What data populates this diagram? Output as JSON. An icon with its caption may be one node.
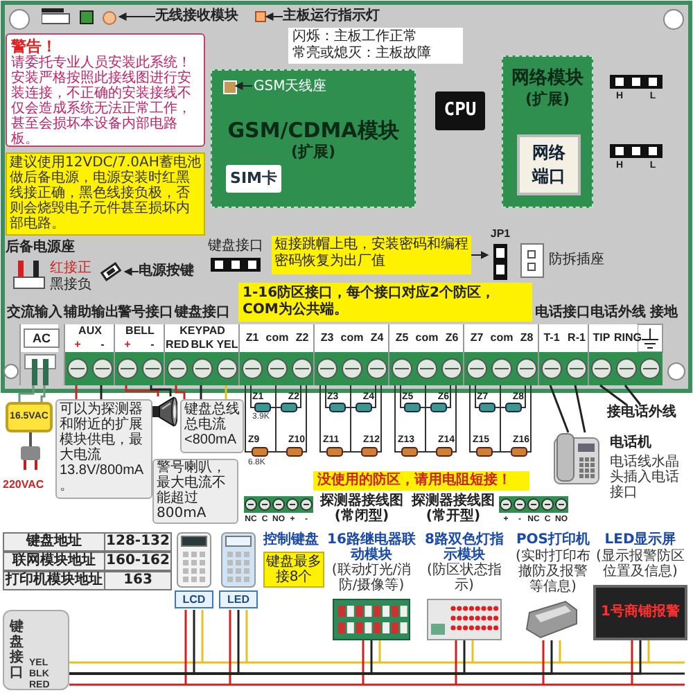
{
  "diagram": {
    "nodes": [
      {
        "text": [
          "无线接收模块"
        ]
      },
      {
        "text": [],
        "shape": "picture"
      },
      {
        "text": [
          "主板运行指示灯"
        ]
      },
      {
        "text": [],
        "shape": "box"
      },
      {
        "text": [
          "闪烁：主板工作正常",
          "常亮或熄灭：主板故障"
        ]
      },
      {
        "text": [
          "警告！",
          "请委托专业人员安装此系统！安装严格按照此接线图进行安装连接，不正确的安装接线不仅会造成系统无法正常工作，甚至会损坏本设备内部电路板。"
        ]
      },
      {
        "text": [
          "建议使用12VDC/7.0AH蓄电池做后备电源，电源安装时红黑线接正确，黑色线接负极，否则会烧毁电子元件甚至损坏内部电路。"
        ]
      },
      {
        "text": [
          "GSM/CDMA模块",
          "(扩展)"
        ]
      },
      {
        "text": [
          "GSM天线座"
        ],
        "in": 7
      },
      {
        "text": [],
        "shape": "box",
        "in": 7
      },
      {
        "text": [
          "SIM卡"
        ],
        "in": 7
      },
      {
        "text": [
          "CPU"
        ]
      },
      {
        "text": [
          "网络模块",
          "(扩展)"
        ]
      },
      {
        "text": [
          "网络端口"
        ],
        "in": 12
      },
      {
        "text": [
          "电源按键"
        ]
      },
      {
        "text": [],
        "shape": "picture"
      },
      {
        "text": [
          "短接跳帽上电，安装密码和编程密码恢复为出厂值"
        ]
      },
      {
        "text": [
          "JP1"
        ]
      },
      {
        "text": [
          "AC"
        ]
      },
      {
        "text": [
          "AUX",
          "+",
          "-"
        ]
      },
      {
        "text": [
          "BELL",
          "+",
          "-"
        ]
      },
      {
        "text": [
          "KEYPAD",
          "RED",
          "BLK",
          "YEL"
        ]
      },
      {
        "text": [
          "Z1",
          "com",
          "Z2"
        ]
      },
      {
        "text": [
          "Z3",
          "com",
          "Z4"
        ]
      },
      {
        "text": [
          "Z5",
          "com",
          "Z6"
        ]
      },
      {
        "text": [
          "Z7",
          "com",
          "Z8"
        ]
      },
      {
        "text": [
          "T-1",
          "R-1"
        ]
      },
      {
        "text": [
          "TIP",
          "RING"
        ]
      },
      {
        "text": [
          "16.5VAC"
        ]
      },
      {
        "text": [
          "可以为探测器和附近的扩展模块供电，最大电流13.8V/800mA。"
        ]
      },
      {
        "text": [],
        "shape": "picture"
      },
      {
        "text": [
          "键盘总线",
          "总电流<800mA"
        ]
      },
      {
        "text": [],
        "shape": "picture",
        "beside": [
          "电话机",
          "电话线水晶头插入电话接口"
        ]
      },
      {
        "text": [
          "接电话外线"
        ]
      },
      {
        "text": [
          "键盘接口",
          "YEL",
          "BLK",
          "RED"
        ]
      },
      {
        "text": [
          "LCD"
        ]
      },
      {
        "text": [
          "LED"
        ]
      },
      {
        "text": [],
        "shape": "picture",
        "beside": [
          "16路继电器联动模块",
          "(联动灯光/消防/摄像等)"
        ]
      },
      {
        "text": [],
        "shape": "picture",
        "beside": [
          "8路双色灯指示模块",
          "(防区状态指示)"
        ]
      },
      {
        "text": [],
        "shape": "picture",
        "beside": [
          "POS打印机",
          "(实时打印布撤防及报警等信息)"
        ]
      },
      {
        "text": [
          "1号商铺报警"
        ],
        "beside": [
          "LED显示屏",
          "(显示报警防区位置及信息)"
        ]
      }
    ],
    "edges": [
      {
        "from": 0,
        "to": 1,
        "arrow": "to"
      },
      {
        "from": 2,
        "to": 3,
        "arrow": "to"
      },
      {
        "from": 8,
        "to": 9,
        "arrow": "to"
      },
      {
        "from": 14,
        "to": 15,
        "arrow": "to"
      },
      {
        "from": 16,
        "to": 17,
        "arrow": "to"
      },
      {
        "from": 28,
        "to": 18,
        "arrow": "none",
        "color": "#6a9a7a"
      },
      {
        "from": 28,
        "to": 18,
        "arrow": "none",
        "color": "#6a9a7a"
      },
      {
        "from": 19,
        "to": 29,
        "arrow": "none",
        "color": "#cc2222"
      },
      {
        "from": 19,
        "to": 29,
        "arrow": "none"
      },
      {
        "from": 20,
        "to": 30,
        "arrow": "none",
        "color": "#cc2222"
      },
      {
        "from": 20,
        "to": 30,
        "arrow": "none"
      },
      {
        "from": 21,
        "to": 31,
        "arrow": "none",
        "color": "#cc2222"
      },
      {
        "from": 21,
        "to": 31,
        "arrow": "none"
      },
      {
        "from": 21,
        "to": 31,
        "arrow": "none",
        "color": "#e0c020"
      },
      {
        "from": 26,
        "to": 32,
        "arrow": "none"
      },
      {
        "from": 26,
        "to": 32,
        "arrow": "none"
      },
      {
        "from": 27,
        "to": 33,
        "arrow": "none"
      },
      {
        "from": 27,
        "to": 33,
        "arrow": "none"
      },
      {
        "from": 34,
        "to": 35,
        "arrow": "none"
      },
      {
        "from": 34,
        "to": 36,
        "arrow": "none"
      },
      {
        "from": 34,
        "to": 37,
        "arrow": "none"
      },
      {
        "from": 34,
        "to": 38,
        "arrow": "none"
      },
      {
        "from": 34,
        "to": 39,
        "arrow": "none"
      },
      {
        "from": 34,
        "to": 40,
        "arrow": "none"
      }
    ],
    "labels": [
      "H",
      "L",
      "H",
      "L",
      "后备电源座",
      "红接正",
      "黑接负",
      "键盘接口",
      "防拆插座",
      "交流输入",
      "辅助输出",
      "警号接口",
      "键盘接口",
      "1-16防区接口，每个接口对应2个防区，COM为公共端。",
      "电话接口",
      "电话外线",
      "接地",
      "220VAC",
      "警号喇叭，最大电流不能超过800mA",
      "Z1",
      "3.9K",
      "Z2",
      "Z3",
      "Z4",
      "Z5",
      "Z6",
      "Z7",
      "Z8",
      "Z9",
      "6.8K",
      "Z10",
      "Z11",
      "Z12",
      "Z13",
      "Z14",
      "Z15",
      "Z16",
      "没使用的防区，请用电阻短接！",
      "NC",
      "C",
      "NO",
      "+",
      "-",
      "探测器接线图(常闭型)",
      "探测器接线图(常开型)",
      "+",
      "-",
      "NC",
      "C",
      "NO",
      "键盘地址",
      "128-132",
      "联网模块地址",
      "160-162",
      "打印机模块地址",
      "163",
      "控制键盘",
      "键盘最多接8个"
    ]
  }
}
